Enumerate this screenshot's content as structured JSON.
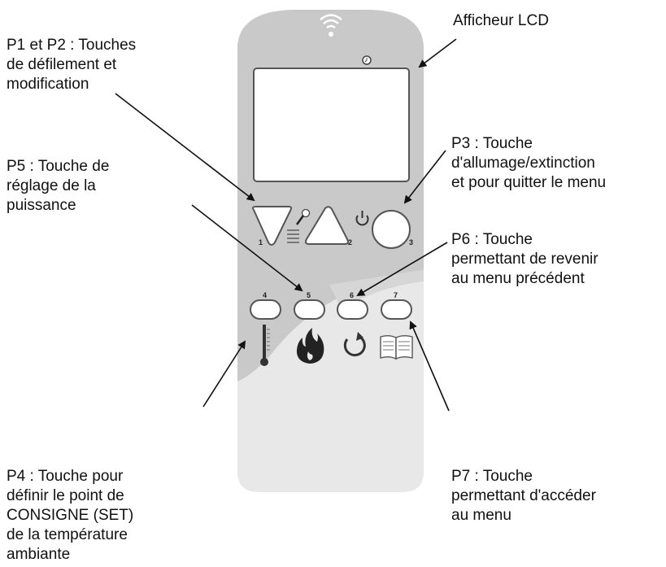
{
  "labels": {
    "lcd": "Afficheur LCD",
    "p1p2": "P1 et P2 : Touches\nde défilement et\nmodification",
    "p5": "P5 : Touche de\nréglage de la\npuissance",
    "p3": "P3 : Touche\nd'allumage/extinction\net pour quitter le menu",
    "p6": "P6 : Touche\npermettant de revenir\nau menu précédent",
    "p4": "P4 : Touche pour\ndéfinir le point de\nCONSIGNE (SET)\nde la température\nambiante",
    "p7": "P7 : Touche\npermettant d'accéder\nau menu"
  },
  "button_numbers": [
    "1",
    "2",
    "3",
    "4",
    "5",
    "6",
    "7"
  ],
  "icons": [
    "wifi-icon",
    "clock-icon",
    "magnifier-icon",
    "list-icon",
    "power-icon",
    "thermometer-icon",
    "flame-icon",
    "refresh-icon",
    "book-icon"
  ],
  "colors": {
    "body_dark": "#c9c9c9",
    "body_light": "#e8e8e8",
    "outline": "#555555"
  }
}
